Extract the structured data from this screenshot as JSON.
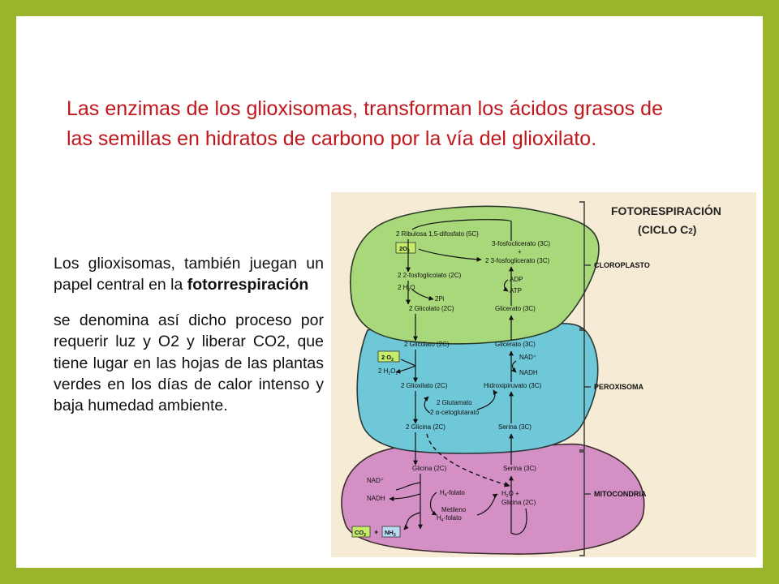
{
  "heading": "Las enzimas de los glioxisomas, transforman los ácidos  grasos de las semillas en hidratos de carbono por la vía del  glioxilato.",
  "side": {
    "para1_prefix": "Los glioxisomas, también juegan un papel central en la ",
    "para1_bold": "fotorrespiración",
    "para2": "se denomina así dicho proceso por  requerir luz y O2 y liberar CO2, que  tiene lugar en las hojas de las plantas  verdes en los días de calor intenso y  baja humedad ambiente."
  },
  "diagram": {
    "title_line1": "FOTORESPIRACIÓN",
    "title_line2": "(CICLO C",
    "title_sub": "2",
    "title_close": ")",
    "compartments": {
      "chloroplast": "CLOROPLASTO",
      "peroxisome": "PEROXISOMA",
      "mitochondria": "MITOCONDRIA"
    },
    "colors": {
      "chloroplast": "#a8d87a",
      "peroxisome": "#6fc8d8",
      "mitochondria": "#d48fc4",
      "box_green": "#c6ec6a",
      "box_blue": "#b9d9f2",
      "frame_green": "#9bb52a"
    },
    "chloroplast": {
      "ribulosa": "2 Ribulosa 1,5-difosfato (5C)",
      "o2": "2O",
      "fosfoglicolato": "2 2-fosfoglicolato (2C)",
      "h2o": "2 H",
      "h2o_tail": "O",
      "pi": "2Pi",
      "glicolato": "2 Glicolato (2C)",
      "fosfoglicerato": "3-fosfoclicerato (3C)",
      "plus": "+",
      "fosfoglicerato2": "2 3-fosfoglicerato (3C)",
      "adp": "ADP",
      "atp": "ATP",
      "glicerato": "Glicerato (3C)"
    },
    "peroxisome": {
      "glicolato": "2 Glicolato (2C)",
      "o2_box": "2 O",
      "h2o2": "2 H",
      "h2o2_tail": "O",
      "glioxilato": "2 Glioxilato (2C)",
      "glutamato": "2 Glutamato",
      "cetoglutarato": "2 α-cetoglutarato",
      "glicina": "2 Glicina (2C)",
      "glicerato": "Glicerato (3C)",
      "nad": "NAD⁺",
      "nadh": "NADH",
      "hidroxipiruvato": "Hidroxipiruvato (3C)",
      "serina": "Serina (3C)"
    },
    "mitochondria": {
      "glicina": "Glicina (2C)",
      "nad": "NAD⁺",
      "nadh": "NADH",
      "h4folato": "H",
      "h4folato_tail": "-folato",
      "metileno": "Metileno",
      "metileno2": "H",
      "metileno2_tail": "-folato",
      "serina": "Serina (3C)",
      "h2o_plus": "H",
      "h2o_plus_tail": "O +",
      "glicina2": "Glicina (2C)",
      "co2": "CO",
      "plus": "+",
      "nh3": "NH"
    }
  }
}
